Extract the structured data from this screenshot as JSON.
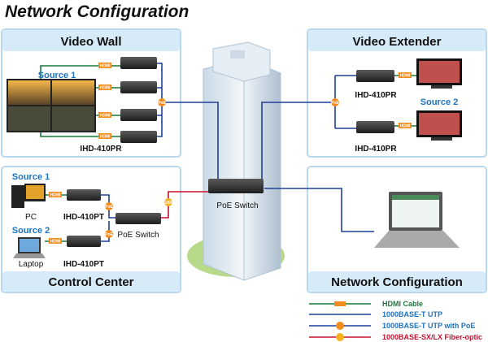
{
  "title": "Network Configuration",
  "panels": {
    "video_wall": {
      "header": "Video Wall",
      "source": "Source 1",
      "device": "IHD-410PR"
    },
    "video_extender": {
      "header": "Video Extender",
      "device_top": "IHD-410PR",
      "device_bottom": "IHD-410PR",
      "source": "Source 2"
    },
    "control_center": {
      "header": "Control Center",
      "source1": "Source 1",
      "pc": "PC",
      "device1": "IHD-410PT",
      "source2": "Source 2",
      "laptop": "Laptop",
      "device2": "IHD-410PT",
      "switch": "PoE Switch"
    },
    "network_configuration": {
      "header": "Network Configuration"
    }
  },
  "center": {
    "switch": "PoE Switch"
  },
  "badges": {
    "hdmi": "HDMI",
    "poe": "PoE",
    "fiber": "1000"
  },
  "legend": [
    {
      "label": "HDMI Cable",
      "color": "#1a7a3a",
      "badge": "HDMI"
    },
    {
      "label": "1000BASE-T UTP",
      "color": "#1f3f9a",
      "badge": ""
    },
    {
      "label": "1000BASE-T UTP with PoE",
      "color": "#1f3f9a",
      "badge": "PoE"
    },
    {
      "label": "1000BASE-SX/LX Fiber-optic",
      "color": "#c8102e",
      "badge": "1000"
    }
  ],
  "colors": {
    "hdmi": "#1a7a3a",
    "utp": "#1f3f9a",
    "fiber": "#c8102e",
    "badge": "#f28c1e",
    "panel_header": "#d6eaf8",
    "panel_border": "#b8d8f0",
    "label_blue": "#1e73be"
  }
}
